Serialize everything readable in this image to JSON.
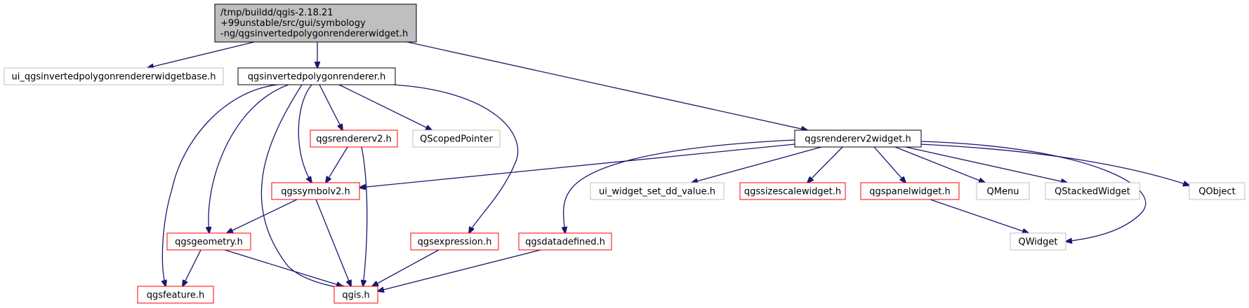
{
  "colors": {
    "edge": "#191970",
    "root_fill": "#bfbfbf",
    "root_border": "#000000",
    "normal_border": "#000000",
    "red_border": "#ff0000",
    "gray_border": "#bfbfbf",
    "node_fill": "#ffffff"
  },
  "nodes": {
    "root": {
      "lines": [
        "/tmp/buildd/qgis-2.18.21",
        "+99unstable/src/gui/symbology",
        "-ng/qgsinvertedpolygonrendererwidget.h"
      ],
      "style": "root"
    },
    "ui_base": {
      "label": "ui_qgsinvertedpolygonrendererwidgetbase.h",
      "style": "gray"
    },
    "inverted": {
      "label": "qgsinvertedpolygonrenderer.h",
      "style": "normal"
    },
    "widget": {
      "label": "qgsrendererv2widget.h",
      "style": "normal"
    },
    "rendererv2": {
      "label": "qgsrendererv2.h",
      "style": "red"
    },
    "scoped": {
      "label": "QScopedPointer",
      "style": "gray"
    },
    "symbolv2": {
      "label": "qgssymbolv2.h",
      "style": "red"
    },
    "ui_dd": {
      "label": "ui_widget_set_dd_value.h",
      "style": "gray"
    },
    "sizescale": {
      "label": "qgssizescalewidget.h",
      "style": "red"
    },
    "panel": {
      "label": "qgspanelwidget.h",
      "style": "red"
    },
    "qmenu": {
      "label": "QMenu",
      "style": "gray"
    },
    "qstacked": {
      "label": "QStackedWidget",
      "style": "gray"
    },
    "qobject": {
      "label": "QObject",
      "style": "gray"
    },
    "geometry": {
      "label": "qgsgeometry.h",
      "style": "red"
    },
    "expression": {
      "label": "qgsexpression.h",
      "style": "red"
    },
    "datadefined": {
      "label": "qgsdatadefined.h",
      "style": "red"
    },
    "qwidget": {
      "label": "QWidget",
      "style": "gray"
    },
    "feature": {
      "label": "qgsfeature.h",
      "style": "red"
    },
    "qgis": {
      "label": "qgis.h",
      "style": "red"
    }
  },
  "edges": [
    [
      "root",
      "ui_base"
    ],
    [
      "root",
      "inverted"
    ],
    [
      "root",
      "widget"
    ],
    [
      "inverted",
      "rendererv2"
    ],
    [
      "inverted",
      "scoped"
    ],
    [
      "inverted",
      "symbolv2"
    ],
    [
      "inverted",
      "geometry"
    ],
    [
      "inverted",
      "feature"
    ],
    [
      "inverted",
      "qgis"
    ],
    [
      "inverted",
      "expression"
    ],
    [
      "rendererv2",
      "symbolv2"
    ],
    [
      "rendererv2",
      "qgis"
    ],
    [
      "symbolv2",
      "geometry"
    ],
    [
      "symbolv2",
      "qgis"
    ],
    [
      "geometry",
      "feature"
    ],
    [
      "geometry",
      "qgis"
    ],
    [
      "expression",
      "qgis"
    ],
    [
      "datadefined",
      "qgis"
    ],
    [
      "widget",
      "symbolv2"
    ],
    [
      "widget",
      "datadefined"
    ],
    [
      "widget",
      "ui_dd"
    ],
    [
      "widget",
      "sizescale"
    ],
    [
      "widget",
      "panel"
    ],
    [
      "widget",
      "qmenu"
    ],
    [
      "widget",
      "qstacked"
    ],
    [
      "widget",
      "qobject"
    ],
    [
      "widget",
      "qwidget"
    ],
    [
      "panel",
      "qwidget"
    ]
  ]
}
